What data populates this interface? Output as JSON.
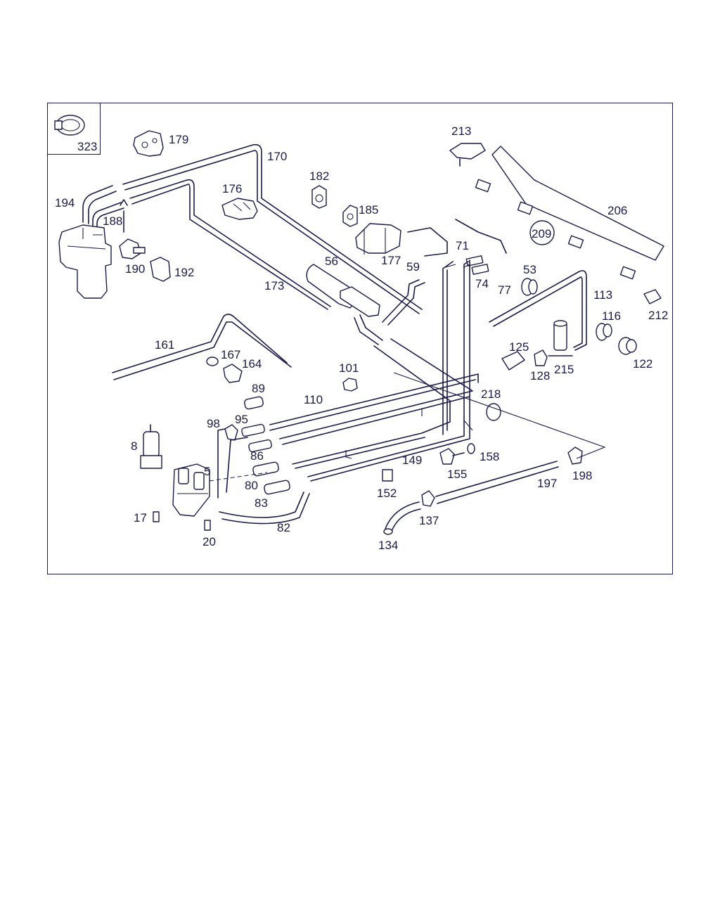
{
  "accent_color": "#1a1a4a",
  "labels": {
    "p323": "323",
    "p179": "179",
    "p170": "170",
    "p194": "194",
    "p188": "188",
    "p190": "190",
    "p192": "192",
    "p176": "176",
    "p182": "182",
    "p185": "185",
    "p177": "177",
    "p173": "173",
    "p56": "56",
    "p59": "59",
    "p71": "71",
    "p74": "74",
    "p77": "77",
    "p53": "53",
    "p213": "213",
    "p206": "206",
    "p209": "209",
    "p113": "113",
    "p116": "116",
    "p212": "212",
    "p125": "125",
    "p128": "128",
    "p215": "215",
    "p122": "122",
    "p161": "161",
    "p167": "167",
    "p164": "164",
    "p101": "101",
    "p89": "89",
    "p110": "110",
    "p218": "218",
    "p98": "98",
    "p95": "95",
    "p8": "8",
    "p86": "86",
    "p5": "5",
    "p80": "80",
    "p83": "83",
    "p17": "17",
    "p82": "82",
    "p20": "20",
    "p149": "149",
    "p158": "158",
    "p155": "155",
    "p152": "152",
    "p197": "197",
    "p198": "198",
    "p137": "137",
    "p134": "134"
  }
}
